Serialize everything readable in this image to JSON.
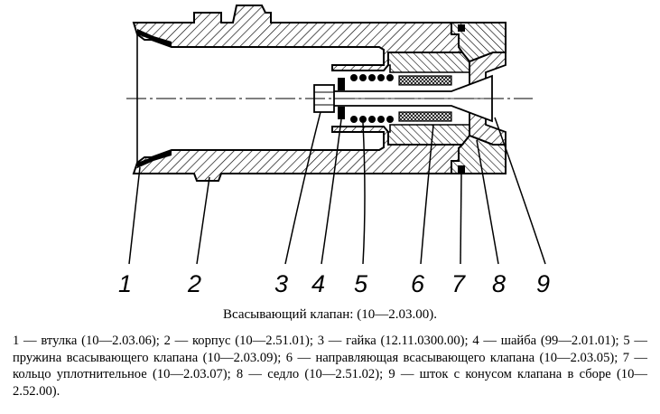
{
  "figure": {
    "title": "Всасывающий клапан: (10—2.03.00).",
    "legend": "1 — втулка (10—2.03.06); 2 — корпус (10—2.51.01); 3 — гайка (12.11.0300.00); 4 — шайба (99—2.01.01); 5 — пружина всасывающего клапана (10—2.03.09); 6 — направляющая всасывающего клапана (10—2.03.05); 7 — кольцо уплотнительное (10—2.03.07); 8 — седло (10—2.51.02); 9 — шток с конусом клапана в сборе (10—2.52.00).",
    "callouts": [
      "1",
      "2",
      "3",
      "4",
      "5",
      "6",
      "7",
      "8",
      "9"
    ]
  }
}
